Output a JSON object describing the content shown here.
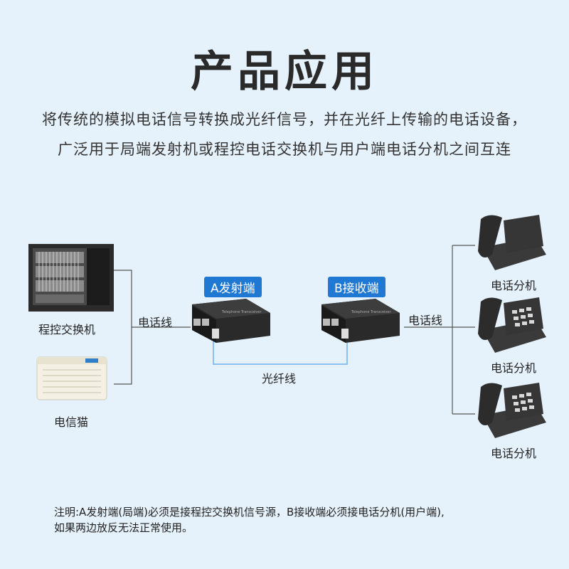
{
  "title": "产品应用",
  "description": {
    "line1": "将传统的模拟电话信号转换成光纤信号，并在光纤上传输的电话设备，",
    "line2": "广泛用于局端发射机或程控电话交换机与用户端电话分机之间互连"
  },
  "devices": {
    "pbx_label": "程控交换机",
    "modem_label": "电信猫",
    "sender_badge": "A发射端",
    "receiver_badge": "B接收端",
    "phone_label": "电话分机"
  },
  "links": {
    "left_phone_line": "电话线",
    "fiber_line": "光纤线",
    "right_phone_line": "电话线"
  },
  "note": {
    "line1": "注明:A发射端(局端)必须是接程控交换机信号源，B接收端必须接电话分机(用户端),",
    "line2": "如果两边放反无法正常使用。"
  },
  "colors": {
    "background": "#e6f2fb",
    "badge": "#1f78d1",
    "fiber": "#8cc0ee",
    "wire": "#555555"
  }
}
